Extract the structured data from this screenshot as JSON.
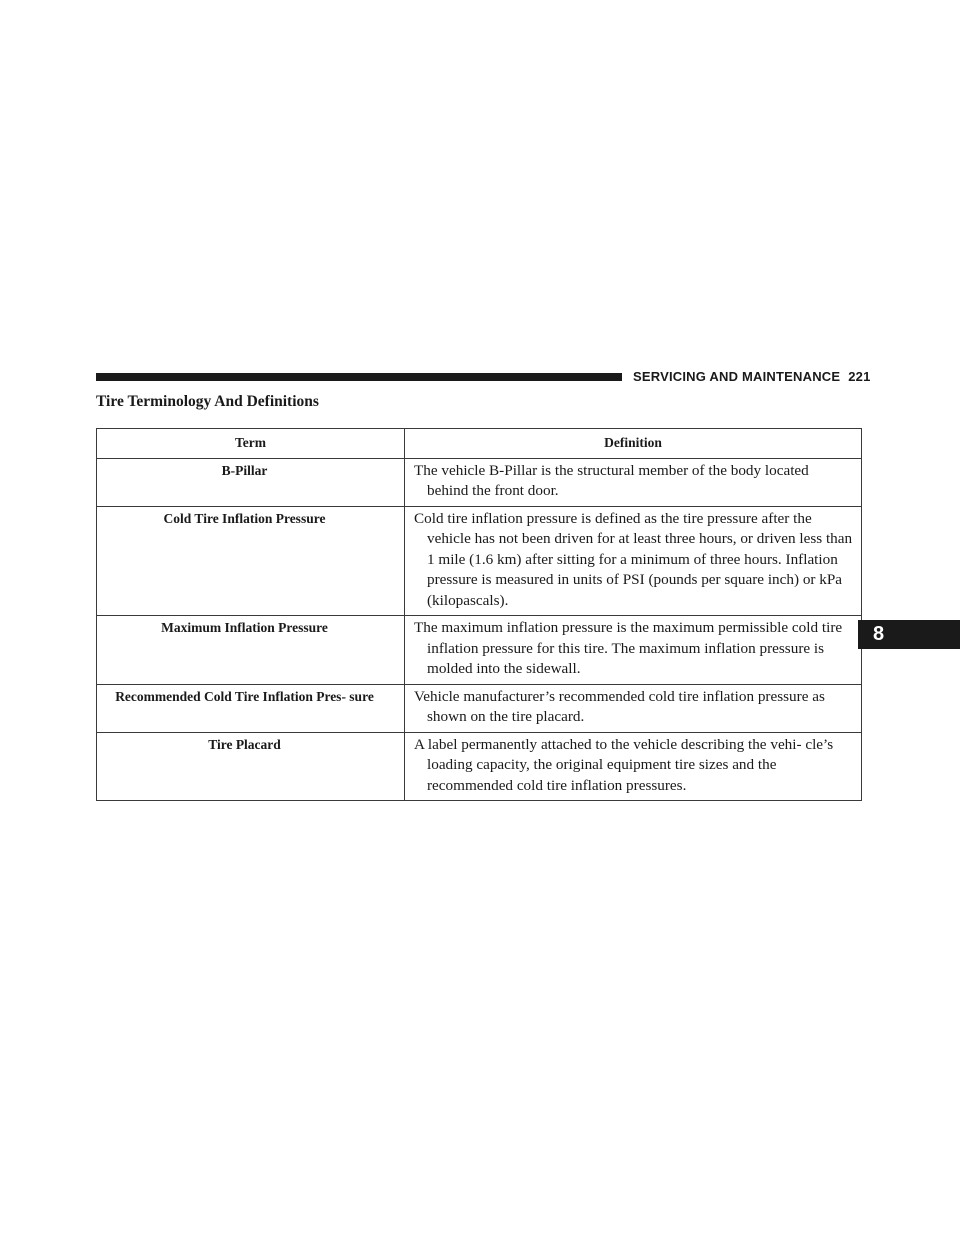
{
  "header": {
    "section_title": "SERVICING AND MAINTENANCE",
    "page_number": "221"
  },
  "heading": "Tire Terminology And Definitions",
  "table": {
    "columns": [
      "Term",
      "Definition"
    ],
    "rows": [
      {
        "term": "B-Pillar",
        "definition": "The vehicle B-Pillar is the structural member of the body located behind the front door."
      },
      {
        "term": "Cold Tire Inflation Pressure",
        "definition": "Cold tire inflation pressure is defined as the tire pressure after the vehicle has not been driven for at least three hours, or driven less than 1 mile (1.6 km) after sitting for a minimum of three hours. Inflation pressure is measured in units of PSI (pounds per square inch) or kPa (kilopascals)."
      },
      {
        "term": "Maximum Inflation Pressure",
        "definition": "The maximum inflation pressure is the maximum permissible cold tire inflation pressure for this tire. The maximum inflation pressure is molded into the sidewall."
      },
      {
        "term": "Recommended Cold Tire Inflation Pres- sure",
        "definition": "Vehicle manufacturer’s recommended cold tire inflation pressure as shown on the tire placard."
      },
      {
        "term": "Tire Placard",
        "definition": "A label permanently attached to the vehicle describing the vehi- cle’s loading capacity, the original equipment tire sizes and the recommended cold tire inflation pressures."
      }
    ]
  },
  "chapter_tab": "8"
}
